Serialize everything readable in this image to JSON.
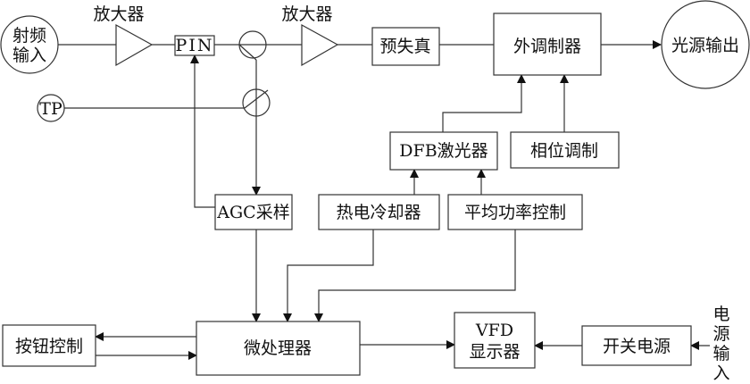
{
  "nodes": {
    "rf_input": [
      "射频",
      "输入"
    ],
    "amp1": "放大器",
    "pin": "PIN",
    "amp2": "放大器",
    "predistortion": "预失真",
    "ext_modulator": "外调制器",
    "light_output": "光源输出",
    "tp": "TP",
    "agc": "AGC采样",
    "dfb": "DFB激光器",
    "phase_mod": "相位调制",
    "tec": "热电冷却器",
    "apc": "平均功率控制",
    "mcu": "微处理器",
    "buttons": "按钮控制",
    "vfd": [
      "VFD",
      "显示器"
    ],
    "psu": "开关电源",
    "power_input": [
      "电",
      "源",
      "输",
      "入"
    ]
  }
}
